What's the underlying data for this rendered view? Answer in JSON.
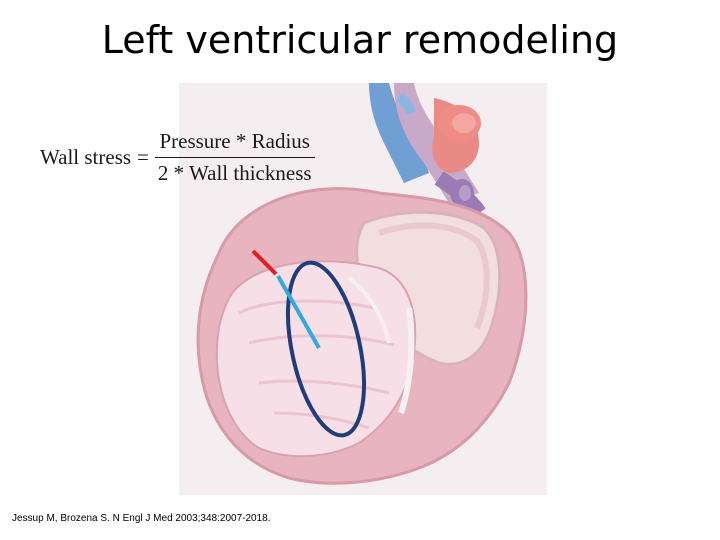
{
  "slide": {
    "title": "Left ventricular remodeling"
  },
  "formula": {
    "lhs": "Wall stress",
    "equals": "=",
    "numerator": "Pressure * Radius",
    "denominator": "2 * Wall thickness"
  },
  "citation": "Jessup M, Brozena S. N Engl J Med 2003;348:2007-2018.",
  "colors": {
    "wall_thickness_marker": "#e31e24",
    "radius_marker": "#34a9e0",
    "ventricle_outline": "#1f3d7a"
  }
}
